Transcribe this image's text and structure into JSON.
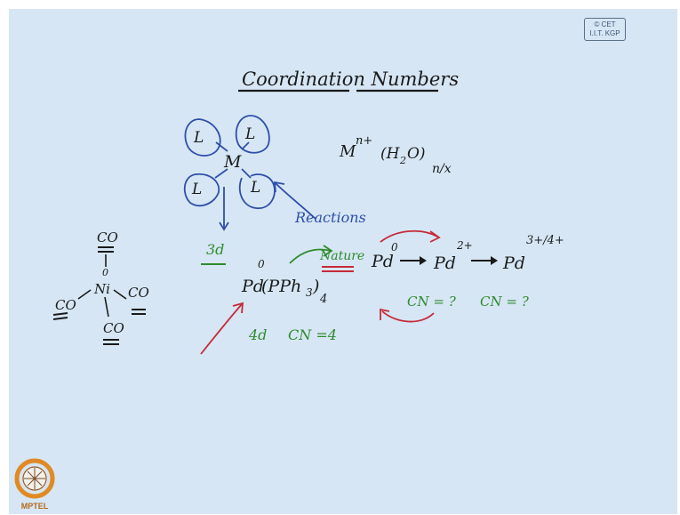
{
  "title": "Coordination Numbers",
  "watermark": {
    "line1": "© CET",
    "line2": "I.I.T. KGP"
  },
  "logo_text": "MPTEL",
  "complex_diagram": {
    "metal": "M",
    "ligand": "L",
    "arrow_label": "Reactions",
    "orbital": "3d"
  },
  "formula": {
    "base": "M",
    "sup": "n+",
    "ligand": "(H",
    "sub2": "2",
    "o": "O)",
    "sub": "n/x"
  },
  "nickel": {
    "center": "Ni",
    "ligand": "CO",
    "oxidation": "0"
  },
  "palladium_complex": {
    "metal": "Pd",
    "oxidation": "0",
    "ligand": "(PPh",
    "sub3": "3",
    "close": ")",
    "count": "4",
    "orbital": "4d",
    "cn": "CN =4",
    "arrow_label": "Nature"
  },
  "sequence": {
    "pd0": "Pd",
    "pd0_ox": "0",
    "pd2": "Pd",
    "pd2_ox": "2+",
    "pd34": "Pd",
    "pd34_ox": "3+/4+",
    "cn1": "CN = ?",
    "cn2": "CN = ?"
  },
  "colors": {
    "board": "#d6e6f4",
    "black_ink": "#1a1a1a",
    "blue_ink": "#2d4fa8",
    "green_ink": "#2e8b2e",
    "red_ink": "#c62b3a",
    "logo_orange": "#e08a24"
  }
}
